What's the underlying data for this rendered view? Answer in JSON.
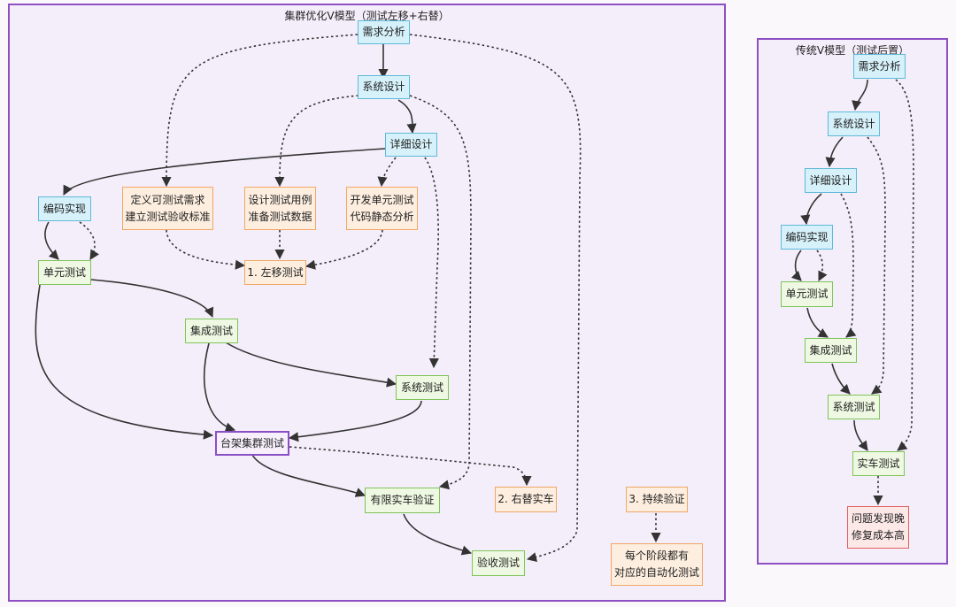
{
  "left_panel": {
    "title": "集群优化V模型（测试左移+右替）",
    "nodes": {
      "req": "需求分析",
      "sys_design": "系统设计",
      "detail_design": "详细设计",
      "coding": "编码实现",
      "define_test": "定义可测试需求\n建立测试验收标准",
      "design_case": "设计测试用例\n准备测试数据",
      "dev_unit": "开发单元测试\n代码静态分析",
      "shift_left": "1. 左移测试",
      "unit_test": "单元测试",
      "integration": "集成测试",
      "system_test": "系统测试",
      "rig_test": "台架集群测试",
      "limited_vehicle": "有限实车验证",
      "replace_vehicle": "2. 右替实车",
      "continuous": "3. 持续验证",
      "automation": "每个阶段都有\n对应的自动化测试",
      "acceptance": "验收测试"
    }
  },
  "right_panel": {
    "title": "传统V模型（测试后置）",
    "nodes": {
      "req": "需求分析",
      "sys_design": "系统设计",
      "detail_design": "详细设计",
      "coding": "编码实现",
      "unit_test": "单元测试",
      "integration": "集成测试",
      "system_test": "系统测试",
      "vehicle_test": "实车测试",
      "problem": "问题发现晚\n修复成本高"
    }
  },
  "colors": {
    "frame": "#8e4fc3",
    "design_node": "#d6f1fa",
    "test_node": "#eef8e2",
    "annotation_node": "#fdeedf",
    "rig_node": "#f7f0fc",
    "problem_node": "#fde8e8",
    "edge": "#333333"
  }
}
